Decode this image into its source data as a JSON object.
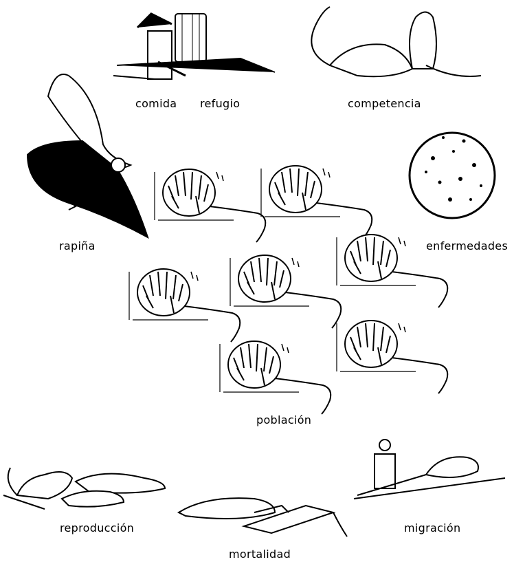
{
  "labels": {
    "food": "comida",
    "shelter": "refugio",
    "competition": "competencia",
    "predation": "rapiña",
    "disease": "enfermedades",
    "population": "población",
    "reproduction": "reproducción",
    "migration": "migración",
    "mortality": "mortalidad"
  },
  "colors": {
    "ink": "#000000",
    "paper": "#ffffff"
  }
}
